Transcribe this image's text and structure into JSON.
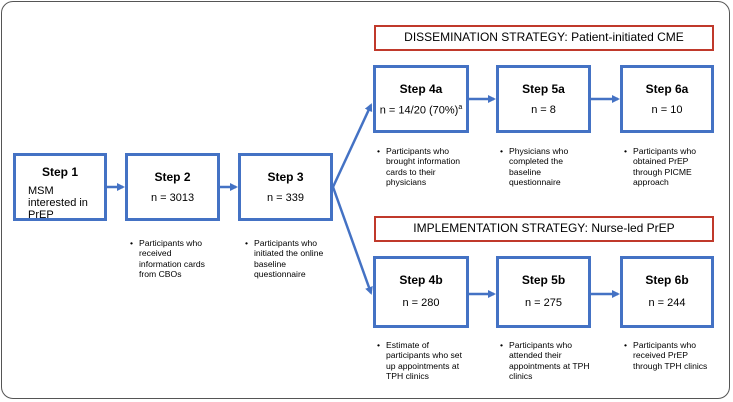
{
  "colors": {
    "box_border": "#4472C4",
    "banner_border": "#C0392B",
    "arrow": "#4472C4"
  },
  "banners": {
    "dissemination": "DISSEMINATION STRATEGY: Patient-initiated CME",
    "implementation": "IMPLEMENTATION STRATEGY: Nurse-led PrEP"
  },
  "steps": {
    "s1": {
      "title": "Step 1",
      "text": "MSM interested in PrEP"
    },
    "s2": {
      "title": "Step 2",
      "value": "n = 3013",
      "note": "Participants who received information cards from CBOs"
    },
    "s3": {
      "title": "Step 3",
      "value": "n = 339",
      "note": "Participants who initiated the online baseline questionnaire"
    },
    "s4a": {
      "title": "Step 4a",
      "value": "n = 14/20 (70%)",
      "sup": "a",
      "note": "Participants who brought information cards to their physicians"
    },
    "s5a": {
      "title": "Step 5a",
      "value": "n = 8",
      "note": "Physicians who completed the baseline questionnaire"
    },
    "s6a": {
      "title": "Step 6a",
      "value": "n = 10",
      "note": "Participants who obtained PrEP through PICME approach"
    },
    "s4b": {
      "title": "Step 4b",
      "value": "n = 280",
      "note": "Estimate of participants who set up appointments at TPH clinics"
    },
    "s5b": {
      "title": "Step 5b",
      "value": "n = 275",
      "note": "Participants who attended their appointments at TPH clinics"
    },
    "s6b": {
      "title": "Step 6b",
      "value": "n = 244",
      "note": "Participants who received PrEP through TPH clinics"
    }
  }
}
